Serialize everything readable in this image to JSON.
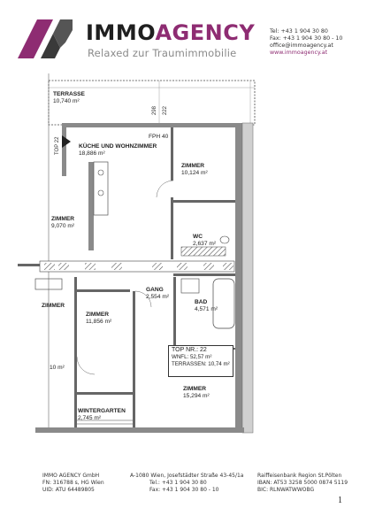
{
  "header": {
    "brand_part1": "IMMO",
    "brand_part2": "AGENCY",
    "tagline": "Relaxed zur Traumimmobilie",
    "contact": [
      "Tel:  +43 1 904 30 80",
      "Fax: +43 1 904 30 80 - 10",
      "office@immoagency.at",
      "www.immoagency.at"
    ],
    "brand_color": "#8e2c72",
    "logo_icon": "immoagency-logo-icon"
  },
  "plan": {
    "rooms": [
      {
        "name": "TERRASSE",
        "area": "10,740 m²"
      },
      {
        "name": "KÜCHE UND WOHNZIMMER",
        "area": "18,886 m²"
      },
      {
        "name": "ZIMMER",
        "area": "10,124 m²"
      },
      {
        "name": "ZIMMER",
        "area": "9,070 m²"
      },
      {
        "name": "WC",
        "area": "2,637 m²"
      },
      {
        "name": "GANG",
        "area": "2,554 m²"
      },
      {
        "name": "BAD",
        "area": "4,571 m²"
      },
      {
        "name": "ZIMMER",
        "area": "11,856 m²"
      },
      {
        "name": "ZIMMER",
        "area": "15,294 m²"
      },
      {
        "name": "WINTERGARTEN",
        "area": "2,745 m²"
      },
      {
        "name": "ZIMMER",
        "area": ""
      }
    ],
    "dim_labels": [
      "298",
      "222"
    ],
    "fph_label": "FPH 40",
    "top_side_label": "TOP 22",
    "top_box": {
      "title": "TOP NR.: 22",
      "wnfl": "WNFL: 52,57 m²",
      "terrassen": "TERRASSEN: 10,74 m²"
    },
    "partial_label": "10 m²"
  },
  "footer": {
    "col1": [
      "IMMO AGENCY GmbH",
      "FN: 316788 s, HG Wien",
      "UID: ATU 64489805"
    ],
    "col2": [
      "A-1080 Wien, Josefstädter Straße 43-45/1a",
      "Tel.: +43 1 904 30 80",
      "Fax: +43 1 904 30 80 - 10"
    ],
    "col3": [
      "Raiffeisenbank Region St.Pölten",
      "IBAN: AT53 3258 5000 0874 5119",
      "BIC:   RLNWATWWOBG"
    ]
  },
  "page_number": "1"
}
